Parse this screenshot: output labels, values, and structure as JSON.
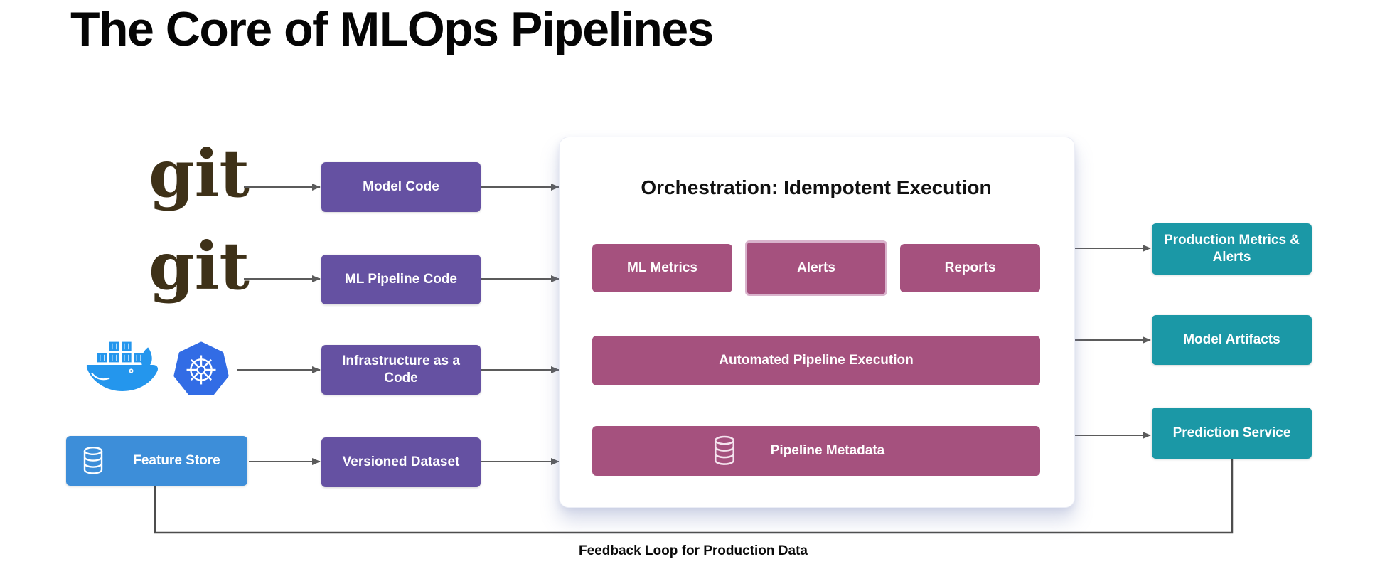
{
  "title": "The Core of MLOps Pipelines",
  "sources": {
    "git_label": "git",
    "git_color": "#3e3118",
    "docker_color": "#2496ed",
    "kubernetes_color": "#326ce5"
  },
  "feature_store": {
    "label": "Feature Store",
    "icon": "database-icon",
    "color": "#3d8ed9"
  },
  "inputs": [
    {
      "label": "Model Code"
    },
    {
      "label": "ML Pipeline Code"
    },
    {
      "label": "Infrastructure as a Code"
    },
    {
      "label": "Versioned Dataset"
    }
  ],
  "input_box_color": "#6551a2",
  "orchestration": {
    "title": "Orchestration: Idempotent Execution",
    "items": [
      {
        "label": "ML Metrics"
      },
      {
        "label": "Alerts",
        "highlighted": true
      },
      {
        "label": "Reports"
      }
    ],
    "automation_label": "Automated Pipeline Execution",
    "metadata_label": "Pipeline Metadata",
    "metadata_icon": "database-icon",
    "box_color": "#a5517e"
  },
  "outputs": [
    {
      "label": "Production Metrics & Alerts"
    },
    {
      "label": "Model Artifacts"
    },
    {
      "label": "Prediction Service"
    }
  ],
  "output_box_color": "#1b98a6",
  "feedback_label": "Feedback Loop for Production Data",
  "arrow_color": "#5b5b5b"
}
